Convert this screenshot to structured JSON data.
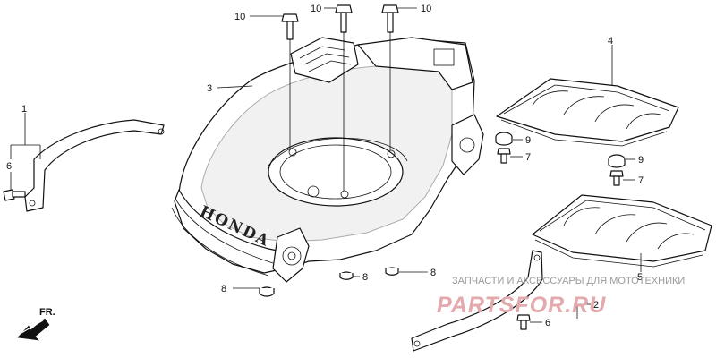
{
  "diagram": {
    "callouts": {
      "bolt_top_left": "10",
      "bolt_top_mid": "10",
      "bolt_top_right": "10",
      "housing": "3",
      "cover_upper": "4",
      "cover_lower": "5",
      "strap_left": "1",
      "bolt_left": "6",
      "nut_right_a": "9",
      "bolt_right_a": "7",
      "nut_right_b": "9",
      "bolt_right_b": "7",
      "nut_bottom_left": "8",
      "nut_bottom_mid": "8",
      "nut_bottom_right": "8",
      "strap_right": "2",
      "bolt_bottom_right": "6"
    },
    "housing_brand": "HONDA",
    "direction_label": "FR."
  },
  "watermark": {
    "caption": "ЗАПЧАСТИ И АКСЕССУАРЫ ДЛЯ МОТОТЕХНИКИ",
    "site": "PARTSFOR.RU"
  },
  "colors": {
    "line": "#111111",
    "watermark_text": "#9a9a9a",
    "watermark_brand": "#e3a9ad"
  }
}
